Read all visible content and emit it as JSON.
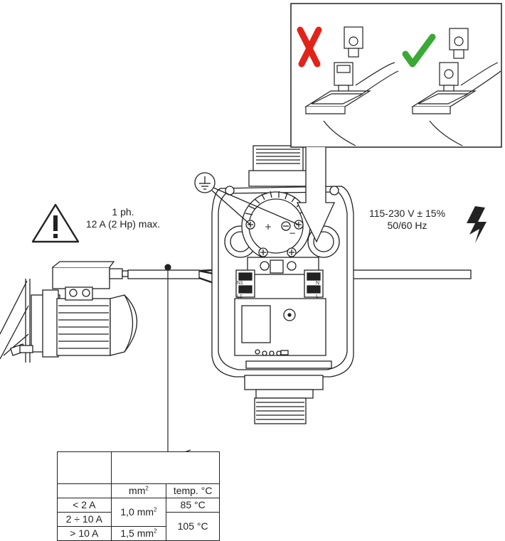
{
  "warning": {
    "icon": "warning-triangle-icon",
    "line1": "1 ph.",
    "line2": "12 A (2 Hp) max."
  },
  "supply": {
    "icon": "lightning-bolt-icon",
    "line1": "115-230 V ± 15%",
    "line2": "50/60 Hz"
  },
  "inset": {
    "wrong_icon": "red-x-icon",
    "right_icon": "green-check-icon",
    "colors": {
      "wrong": "#e2231a",
      "right": "#3aa935"
    }
  },
  "controller": {
    "ground_icon": "ground-symbol-icon",
    "terminal_labels": {
      "left_top": "N1",
      "left_bottom": "L1",
      "right_top": "N",
      "right_bottom": "L"
    }
  },
  "cable_table": {
    "header": {
      "col2": "mm",
      "col2_sup": "2",
      "col3": "temp. °C"
    },
    "rows": [
      {
        "current": "< 2 A",
        "section": "1,0 mm",
        "section_sup": "2",
        "temp": "85 °C"
      },
      {
        "current": "2 ÷ 10 A"
      },
      {
        "current": "> 10 A",
        "section": "1,5 mm",
        "section_sup": "2",
        "temp": "105 °C"
      }
    ]
  }
}
